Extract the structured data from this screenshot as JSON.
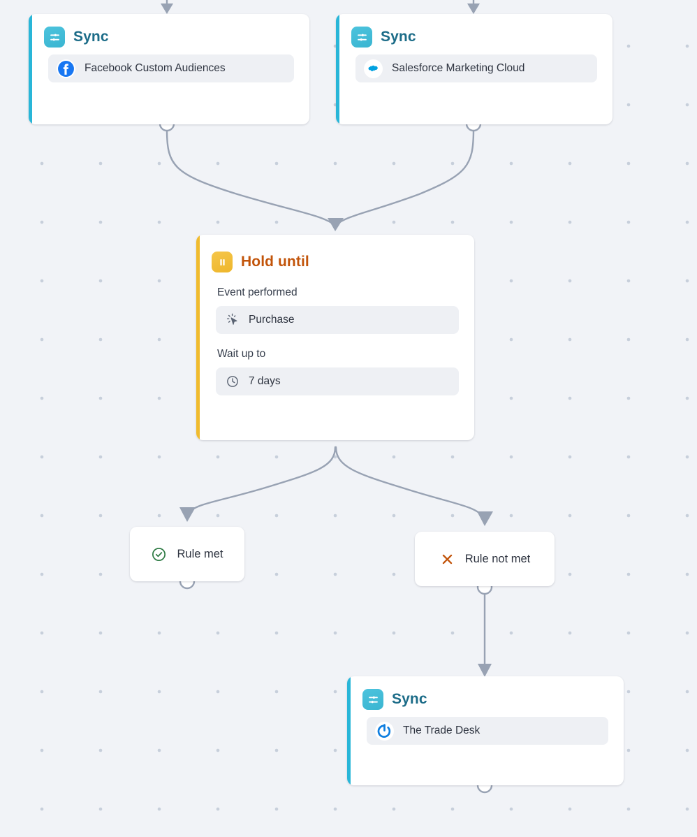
{
  "canvas": {
    "background_color": "#f1f3f7",
    "dot_color": "#c7cfdb",
    "edge_color": "#98a2b3"
  },
  "nodes": [
    {
      "id": "sync-facebook",
      "type": "Sync",
      "title": "Sync",
      "accent_color": "#29b6d8",
      "title_color": "#1c6c88",
      "icon": "sliders-icon",
      "destination": {
        "label": "Facebook Custom Audiences",
        "logo": "facebook-logo",
        "logo_color": "#1877f2"
      }
    },
    {
      "id": "sync-salesforce",
      "type": "Sync",
      "title": "Sync",
      "accent_color": "#29b6d8",
      "title_color": "#1c6c88",
      "icon": "sliders-icon",
      "destination": {
        "label": "Salesforce Marketing Cloud",
        "logo": "salesforce-logo",
        "logo_color": "#00a1e0"
      }
    },
    {
      "id": "hold-until",
      "type": "Hold until",
      "title": "Hold until",
      "accent_color": "#f0bb2e",
      "title_color": "#c2540a",
      "icon": "pause-icon",
      "fields": [
        {
          "label": "Event performed",
          "value": "Purchase",
          "icon": "cursor-click-icon"
        },
        {
          "label": "Wait up to",
          "value": "7 days",
          "icon": "clock-icon"
        }
      ]
    },
    {
      "id": "sync-tradedesk",
      "type": "Sync",
      "title": "Sync",
      "accent_color": "#29b6d8",
      "title_color": "#1c6c88",
      "icon": "sliders-icon",
      "destination": {
        "label": "The Trade Desk",
        "logo": "trade-desk-logo",
        "logo_color": "#0d7ee0"
      }
    }
  ],
  "branches": [
    {
      "id": "rule-met",
      "label": "Rule met",
      "icon": "check-circle-icon",
      "icon_color": "#2d7a43"
    },
    {
      "id": "rule-not-met",
      "label": "Rule not met",
      "icon": "x-icon",
      "icon_color": "#c2540a"
    }
  ]
}
